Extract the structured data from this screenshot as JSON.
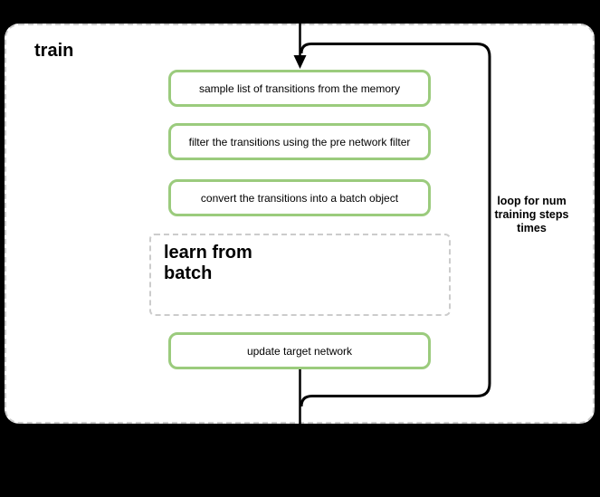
{
  "diagram": {
    "container": {
      "label": "train"
    },
    "steps": [
      {
        "label": "sample list of transitions from the memory"
      },
      {
        "label": "filter the transitions using the pre network filter"
      },
      {
        "label": "convert the transitions into a batch object"
      }
    ],
    "learn_box": {
      "lines": [
        "learn from",
        "batch"
      ]
    },
    "update_box": {
      "label": "update target network"
    },
    "loop_annotation": {
      "lines": [
        "loop for num",
        "training steps",
        "times"
      ]
    },
    "colors": {
      "page_background": "#000000",
      "panel_background": "#ffffff",
      "panel_dashed_border": "#cccccc",
      "node_border_green": "#9bcb7d",
      "connector_black": "#000000",
      "text_black": "#000000"
    }
  }
}
